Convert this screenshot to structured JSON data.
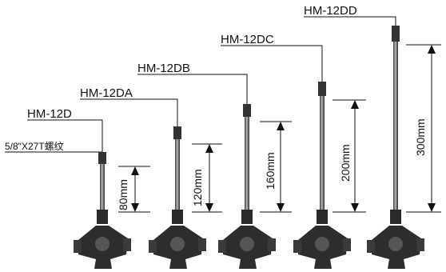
{
  "thread_note": "5/8\"X27T螺纹",
  "colors": {
    "line": "#111111",
    "metal_dark": "#2a2a2a",
    "metal_light": "#9a9a9a",
    "head": "#333333"
  },
  "models": [
    {
      "name": "HM-12D",
      "extension": "80mm"
    },
    {
      "name": "HM-12DA",
      "extension": "120mm"
    },
    {
      "name": "HM-12DB",
      "extension": "160mm"
    },
    {
      "name": "HM-12DC",
      "extension": "200mm"
    },
    {
      "name": "HM-12DD",
      "extension": "300mm"
    }
  ]
}
